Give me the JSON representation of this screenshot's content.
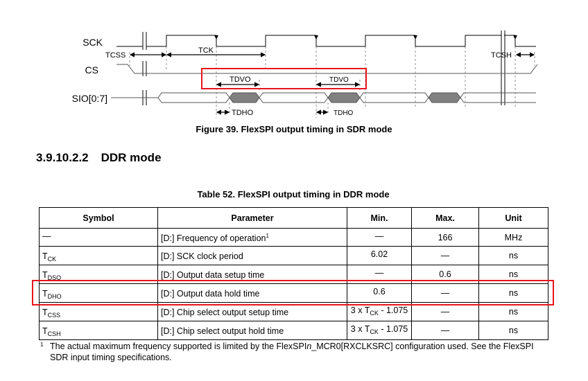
{
  "diagram": {
    "signals": {
      "sck": "SCK",
      "cs": "CS",
      "sio": "SIO[0:7]"
    },
    "timing_labels": {
      "tcss": "TCSS",
      "tck": "TCK",
      "tdvo1": "TDVO",
      "tdvo2": "TDVO",
      "tdho1": "TDHO",
      "tdho2": "TDHO",
      "tcsh": "TCSH"
    },
    "caption": "Figure 39. FlexSPI output timing in SDR mode"
  },
  "section": {
    "number": "3.9.10.2.2",
    "title": "DDR mode"
  },
  "table": {
    "title": "Table 52. FlexSPI output timing in DDR mode",
    "headers": [
      "Symbol",
      "Parameter",
      "Min.",
      "Max.",
      "Unit"
    ],
    "rows": [
      {
        "sym": "—",
        "sub": "",
        "param": "[D:] Frequency of operation",
        "sup": "1",
        "min": "—",
        "min_sub": "",
        "min_tail": "",
        "max": "166",
        "unit": "MHz"
      },
      {
        "sym": "T",
        "sub": "CK",
        "param": "[D:] SCK clock period",
        "sup": "",
        "min": "6.02",
        "min_sub": "",
        "min_tail": "",
        "max": "—",
        "unit": "ns"
      },
      {
        "sym": "T",
        "sub": "DSO",
        "param": "[D:] Output data setup time",
        "sup": "",
        "min": "—",
        "min_sub": "",
        "min_tail": "",
        "max": "0.6",
        "unit": "ns"
      },
      {
        "sym": "T",
        "sub": "DHO",
        "param": "[D:] Output data hold time",
        "sup": "",
        "min": "0.6",
        "min_sub": "",
        "min_tail": "",
        "max": "—",
        "unit": "ns"
      },
      {
        "sym": "T",
        "sub": "CSS",
        "param": "[D:] Chip select output setup time",
        "sup": "",
        "min": "3 x T",
        "min_sub": "CK",
        "min_tail": " - 1.075",
        "max": "—",
        "unit": "ns"
      },
      {
        "sym": "T",
        "sub": "CSH",
        "param": "[D:] Chip select output hold time",
        "sup": "",
        "min": "3 x T",
        "min_sub": "CK",
        "min_tail": " - 1.075",
        "max": "—",
        "unit": "ns"
      }
    ],
    "footnote_mark": "1",
    "footnote_a": "The actual maximum frequency supported is limited by the FlexSPI",
    "footnote_italic": "n",
    "footnote_b": "_MCR0[RXCLKSRC] configuration used. See the FlexSPI SDR input timing specifications."
  },
  "colors": {
    "highlight": "#e8141c",
    "data_fill": "#808080"
  }
}
